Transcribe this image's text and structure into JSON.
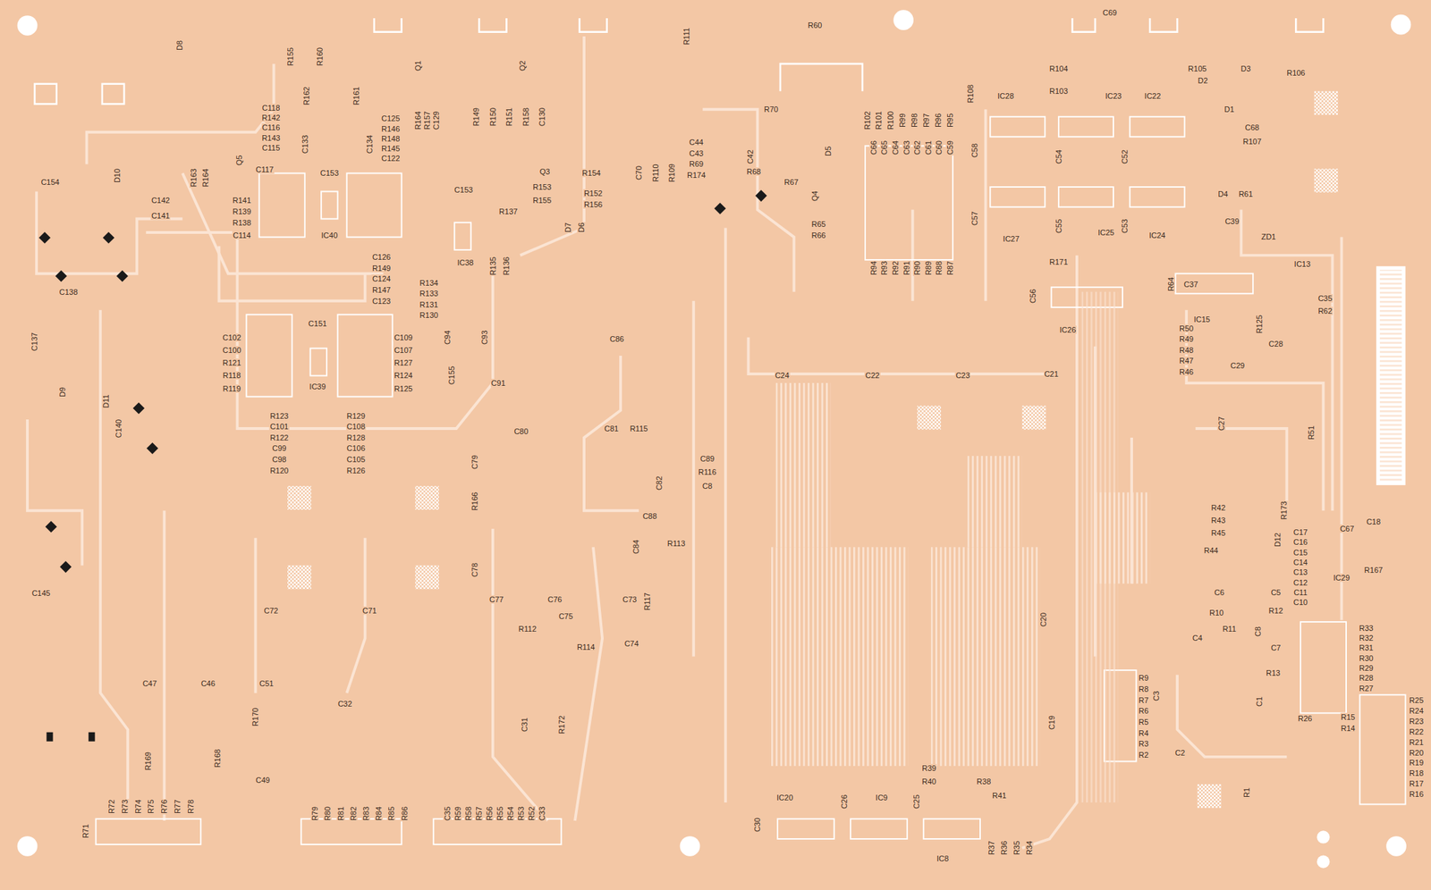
{
  "diagram": {
    "labels": [
      "D8",
      "R155",
      "R160",
      "R162",
      "R161",
      "Q1",
      "Q2",
      "C118",
      "R142",
      "C116",
      "R143",
      "C115",
      "C133",
      "C134",
      "C125",
      "R146",
      "R148",
      "R145",
      "C122",
      "R164",
      "R157",
      "C129",
      "R149",
      "R150",
      "R151",
      "R158",
      "C130",
      "Q3",
      "R154",
      "R153",
      "R155",
      "R152",
      "R156",
      "D7",
      "D6",
      "R163",
      "R164",
      "Q5",
      "D10",
      "C154",
      "C142",
      "C141",
      "C117",
      "C153",
      "R141",
      "R139",
      "R138",
      "C114",
      "IC40",
      "C153",
      "R137",
      "IC38",
      "R135",
      "R136",
      "C126",
      "R149",
      "C124",
      "R147",
      "C123",
      "R134",
      "R133",
      "R131",
      "R130",
      "C94",
      "C93",
      "C155",
      "C91",
      "C102",
      "C100",
      "R121",
      "R118",
      "R119",
      "C151",
      "IC39",
      "C109",
      "C107",
      "R127",
      "R124",
      "R125",
      "R123",
      "C101",
      "R122",
      "C99",
      "C98",
      "R120",
      "R129",
      "C108",
      "R128",
      "C106",
      "C105",
      "R126",
      "C138",
      "C137",
      "D9",
      "D11",
      "C140",
      "C145",
      "C47",
      "C46",
      "C51",
      "R170",
      "C49",
      "R169",
      "R168",
      "C72",
      "C71",
      "C32",
      "R71",
      "R72",
      "R73",
      "R74",
      "R75",
      "R76",
      "R77",
      "R78",
      "R79",
      "R80",
      "R81",
      "R82",
      "R83",
      "R84",
      "R85",
      "R86",
      "C35",
      "R59",
      "R58",
      "R57",
      "R56",
      "R55",
      "R54",
      "R53",
      "R52",
      "C33",
      "C80",
      "C81",
      "R115",
      "C89",
      "R116",
      "C8",
      "C82",
      "C79",
      "R166",
      "C88",
      "R113",
      "C84",
      "C78",
      "R117",
      "C77",
      "C76",
      "C73",
      "C75",
      "R112",
      "R114",
      "C74",
      "C86",
      "C31",
      "R172",
      "R111",
      "R60",
      "R70",
      "C44",
      "C43",
      "R69",
      "R174",
      "C42",
      "R68",
      "D5",
      "R67",
      "Q4",
      "R65",
      "R66",
      "C70",
      "R110",
      "R109",
      "C24",
      "C22",
      "C23",
      "C21",
      "C69",
      "R104",
      "R103",
      "IC28",
      "IC23",
      "IC22",
      "R108",
      "C58",
      "C54",
      "C52",
      "C57",
      "C55",
      "C53",
      "IC27",
      "IC25",
      "IC24",
      "R171",
      "C56",
      "IC26",
      "R102",
      "R101",
      "R100",
      "R99",
      "R98",
      "R97",
      "R96",
      "R95",
      "C66",
      "C65",
      "C64",
      "C63",
      "C62",
      "C61",
      "C60",
      "C59",
      "R94",
      "R93",
      "R92",
      "R91",
      "R90",
      "R89",
      "R88",
      "R87",
      "R105",
      "D3",
      "R106",
      "D2",
      "D1",
      "C68",
      "R107",
      "D4",
      "R61",
      "C39",
      "ZD1",
      "R64",
      "C37",
      "IC13",
      "C35",
      "R62",
      "IC15",
      "R125",
      "R50",
      "R49",
      "R48",
      "R47",
      "R46",
      "C28",
      "C29",
      "C27",
      "R51",
      "R42",
      "R43",
      "R45",
      "R44",
      "R173",
      "D12",
      "C17",
      "C16",
      "C15",
      "C14",
      "C13",
      "C12",
      "C11",
      "C10",
      "C67",
      "C18",
      "IC29",
      "R167",
      "C6",
      "C5",
      "R10",
      "R12",
      "C4",
      "R11",
      "C8",
      "C7",
      "R13",
      "C1",
      "R33",
      "R32",
      "R31",
      "R30",
      "R29",
      "R28",
      "R27",
      "R25",
      "R24",
      "R23",
      "R22",
      "R21",
      "R20",
      "R19",
      "R18",
      "R17",
      "R16",
      "R26",
      "R15",
      "R14",
      "R9",
      "R8",
      "R7",
      "R6",
      "R5",
      "R4",
      "R3",
      "R2",
      "C3",
      "C2",
      "R1",
      "C20",
      "C19",
      "IC20",
      "C26",
      "IC9",
      "C25",
      "R39",
      "R40",
      "R38",
      "R41",
      "IC8",
      "R37",
      "R36",
      "R35",
      "R34",
      "C30"
    ]
  }
}
